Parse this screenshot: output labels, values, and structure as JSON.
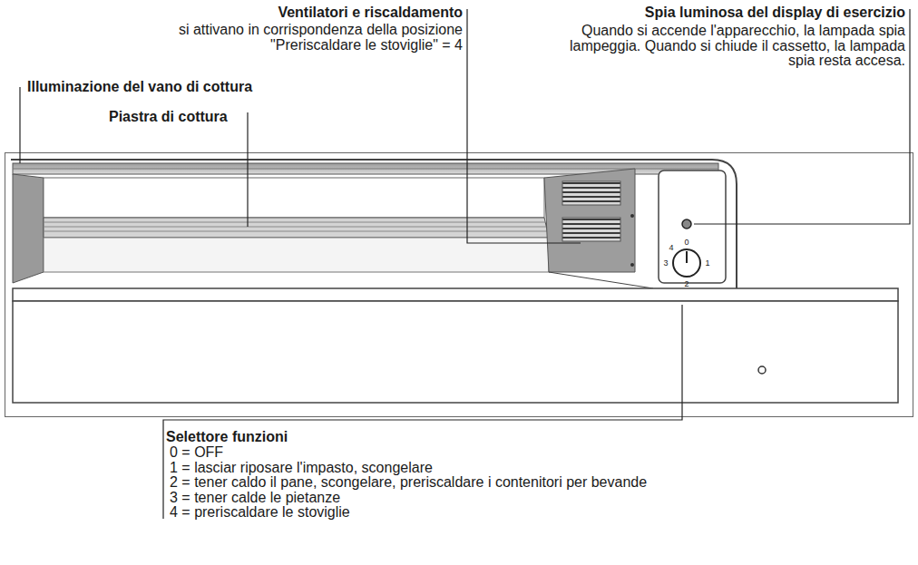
{
  "diagram": {
    "labels": [
      "Ventilatori e riscaldamento",
      "si attivano in corrispondenza della posizione \"Preriscaldare le stoviglie\" = 4",
      "Spia luminosa del display di esercizio",
      "Quando si accende l'apparecchio, la lampada spia lampeggia. Quando si chiude il cassetto, la lampada spia resta accesa.",
      "Illuminazione del vano di cottura",
      "Piastra di cottura",
      "0",
      "4",
      "3",
      "1",
      "2",
      "Selettore funzioni",
      "0 = OFF",
      "1 = lasciar riposare l'impasto, scongelare",
      "2 = tener caldo il pane, scongelare, preriscaldare i contenitori per bevande",
      "3 = tener calde le pietanze",
      "4 = preriscaldare le stoviglie"
    ]
  }
}
